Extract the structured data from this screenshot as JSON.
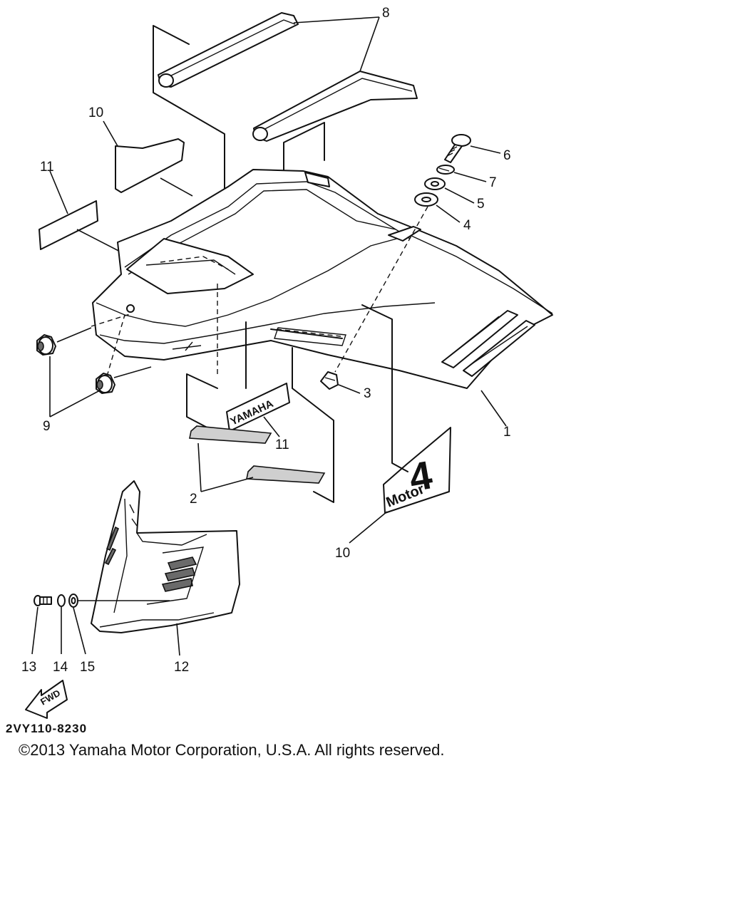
{
  "callouts": {
    "c1": "1",
    "c2": "2",
    "c3": "3",
    "c4": "4",
    "c5": "5",
    "c6": "6",
    "c7": "7",
    "c8": "8",
    "c9": "9",
    "c10a": "10",
    "c10b": "10",
    "c11a": "11",
    "c11b": "11",
    "c12": "12",
    "c13": "13",
    "c14": "14",
    "c15": "15"
  },
  "decals": {
    "yamaha": "YAMAHA",
    "four": "4",
    "motor": "Motor",
    "fwd": "FWD"
  },
  "part_code": "2VY110-8230",
  "copyright": "©2013 Yamaha Motor Corporation, U.S.A. All rights reserved."
}
